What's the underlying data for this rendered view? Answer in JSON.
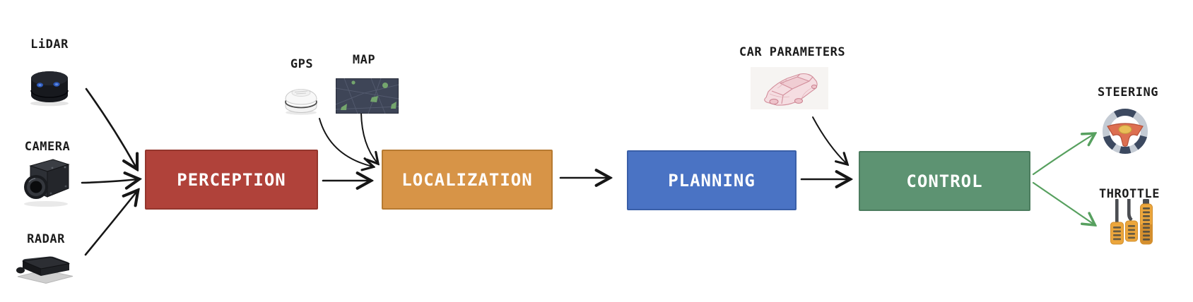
{
  "colors": {
    "bg": "#ffffff",
    "arrow": "#161616",
    "green_arrow": "#57a05f"
  },
  "stages": [
    {
      "label": "PERCEPTION",
      "color": "#b0423a",
      "border": "#94362d"
    },
    {
      "label": "LOCALIZATION",
      "color": "#d79447",
      "border": "#b67a31"
    },
    {
      "label": "PLANNING",
      "color": "#4a73c4",
      "border": "#3a5fa8"
    },
    {
      "label": "CONTROL",
      "color": "#5d9372",
      "border": "#4b7c5e"
    }
  ],
  "sensors": [
    {
      "label": "LiDAR",
      "icon": "lidar-icon"
    },
    {
      "label": "CAMERA",
      "icon": "camera-icon"
    },
    {
      "label": "RADAR",
      "icon": "radar-icon"
    }
  ],
  "aux_inputs": [
    {
      "label": "GPS",
      "icon": "gps-receiver-icon"
    },
    {
      "label": "MAP",
      "icon": "map-icon"
    },
    {
      "label": "CAR PARAMETERS",
      "icon": "car-wireframe-icon"
    }
  ],
  "outputs": [
    {
      "label": "STEERING",
      "icon": "steering-wheel-icon"
    },
    {
      "label": "THROTTLE",
      "icon": "pedals-icon"
    }
  ]
}
